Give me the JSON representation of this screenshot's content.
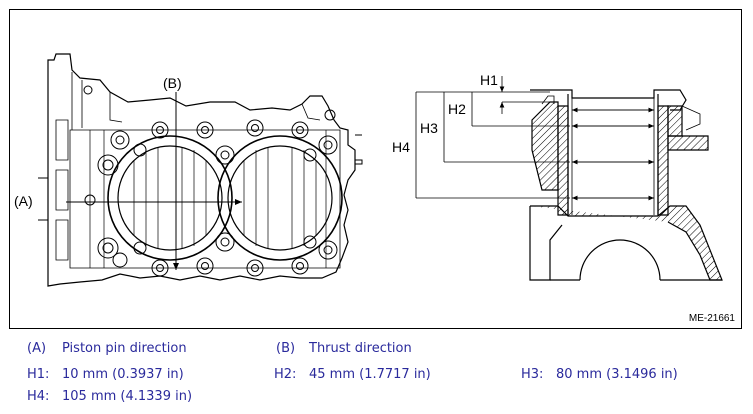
{
  "figure": {
    "code": "ME-21661",
    "callouts": {
      "a": "(A)",
      "b": "(B)",
      "h1": "H1",
      "h2": "H2",
      "h3": "H3",
      "h4": "H4"
    }
  },
  "legend": {
    "a_key": "(A)",
    "a_text": "Piston pin direction",
    "b_key": "(B)",
    "b_text": "Thrust direction",
    "h1_key": "H1:",
    "h1_value": "10 mm (0.3937 in)",
    "h2_key": "H2:",
    "h2_value": "45 mm (1.7717 in)",
    "h3_key": "H3:",
    "h3_value": "80 mm (3.1496 in)",
    "h4_key": "H4:",
    "h4_value": "105 mm (4.1339 in)"
  },
  "colors": {
    "legend_text": "#2a2a9c",
    "line": "#000000"
  }
}
